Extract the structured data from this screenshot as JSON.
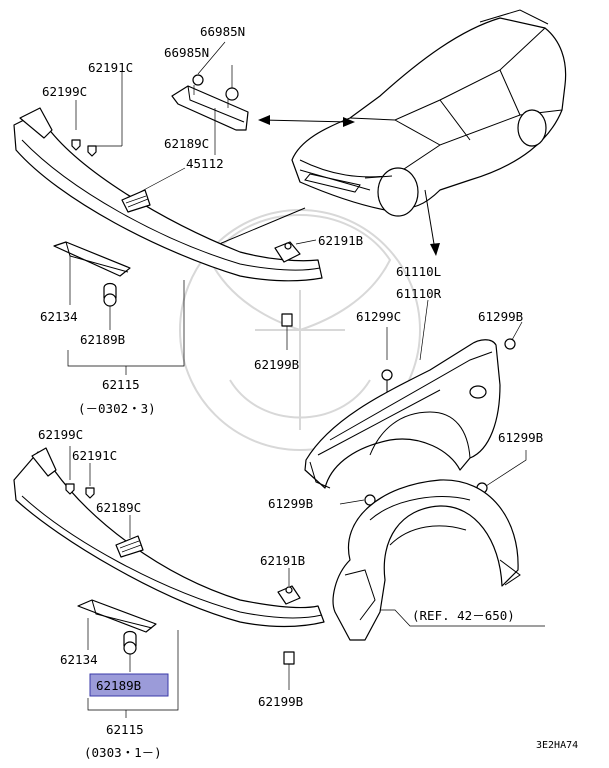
{
  "callouts": {
    "clip_66985n_a": "66985N",
    "clip_66985n_b": "66985N",
    "screw_62191c_top": "62191C",
    "bolt_62199c_top": "62199C",
    "seal_62189c_top": "62189C",
    "bracket_45112": "45112",
    "clip_62191b_top": "62191B",
    "fender_61110l": "61110L",
    "fender_61110r": "61110R",
    "bolt_61299c": "61299C",
    "bolt_61299b_right": "61299B",
    "bracket_62134_top": "62134",
    "clip_62189b_top": "62189B",
    "bolt_62199b_top": "62199B",
    "spoiler_62115_top": "62115",
    "date_range_top": "(－0302・3)",
    "bolt_62199c_bottom": "62199C",
    "screw_62191c_bottom": "62191C",
    "bolt_61299b_mid": "61299B",
    "seal_62189c_bottom": "62189C",
    "bolt_61299b_left": "61299B",
    "clip_62191b_bottom": "62191B",
    "reference": "(REF. 42－650)",
    "bracket_62134_bottom": "62134",
    "clip_62189b_highlighted": "62189B",
    "bolt_62199b_bottom": "62199B",
    "spoiler_62115_bottom": "62115",
    "date_range_bottom": "(0303・1－)",
    "diagram_code": "3E2HA74"
  },
  "colors": {
    "highlight_fill": "#9b9bd9",
    "highlight_border": "#3a3aa8",
    "line": "#000000",
    "watermark": "#d8d8d8"
  }
}
